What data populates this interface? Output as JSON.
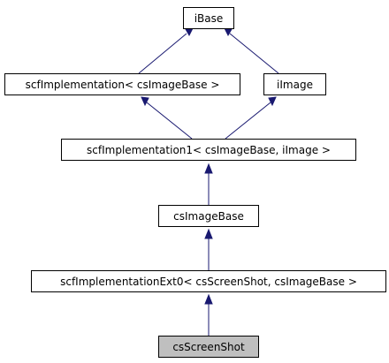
{
  "nodes": {
    "ibase": "iBase",
    "scf_impl": "scfImplementation< csImageBase >",
    "iimage": "iImage",
    "scf_impl1": "scfImplementation1< csImageBase, iImage >",
    "csimagebase": "csImageBase",
    "scf_impl_ext0": "scfImplementationExt0< csScreenShot, csImageBase >",
    "csscreenshot": "csScreenShot"
  },
  "colors": {
    "edge": "#191970",
    "highlight_fill": "#bfbfbf",
    "box_fill": "#ffffff"
  }
}
